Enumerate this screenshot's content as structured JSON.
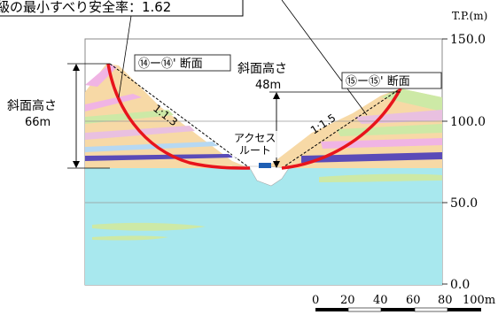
{
  "title_box": {
    "text": "級の最小すべり安全率：1.62"
  },
  "axis": {
    "unit": "T.P.(m)",
    "ticks": [
      "150.0",
      "100.0",
      "50.0",
      "0.0"
    ],
    "scale_labels": [
      "0",
      "20",
      "40",
      "60",
      "80",
      "100m"
    ]
  },
  "labels": {
    "section_left": "⑭ー⑭' 断面",
    "section_right": "⑮ー⑮' 断面",
    "slope_height_left_title": "斜面高さ",
    "slope_height_left_value": "66m",
    "slope_height_mid_title": "斜面高さ",
    "slope_height_mid_value": "48m",
    "ratio_left": "1:1.3",
    "ratio_right": "1:1.5",
    "access_route_line1": "アクセス",
    "access_route_line2": "ルート"
  },
  "colors": {
    "slip_surface": "#e8141c",
    "water": "#a8e8ee",
    "access_route": "#1f5fb4",
    "section_box_border": "#333333"
  }
}
